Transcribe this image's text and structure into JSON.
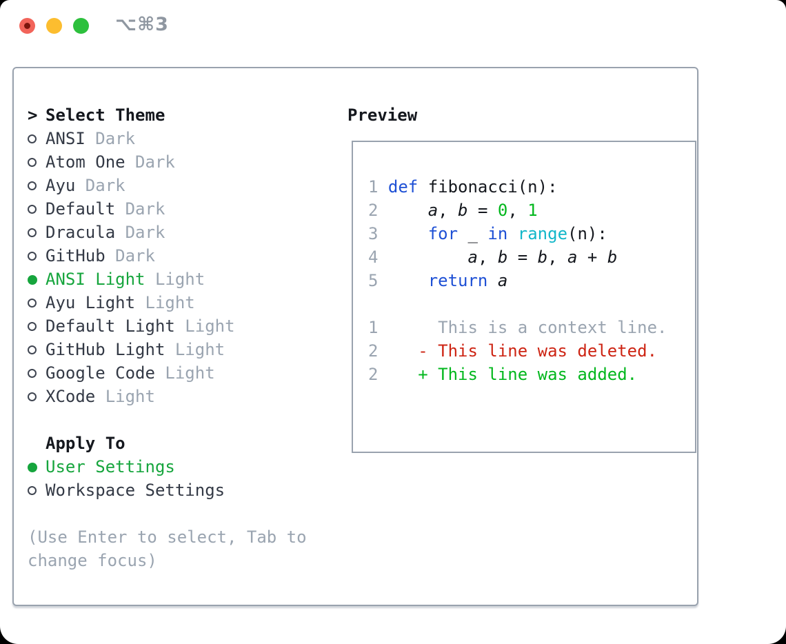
{
  "window": {
    "shortcut": "⌥⌘3",
    "traffic_lights": [
      "close",
      "minimize",
      "zoom"
    ]
  },
  "theme_picker": {
    "prompt": ">",
    "title": "Select Theme",
    "items": [
      {
        "name": "ANSI",
        "variant": "Dark",
        "selected": false
      },
      {
        "name": "Atom One",
        "variant": "Dark",
        "selected": false
      },
      {
        "name": "Ayu",
        "variant": "Dark",
        "selected": false
      },
      {
        "name": "Default",
        "variant": "Dark",
        "selected": false
      },
      {
        "name": "Dracula",
        "variant": "Dark",
        "selected": false
      },
      {
        "name": "GitHub",
        "variant": "Dark",
        "selected": false
      },
      {
        "name": "ANSI Light",
        "variant": "Light",
        "selected": true
      },
      {
        "name": "Ayu Light",
        "variant": "Light",
        "selected": false
      },
      {
        "name": "Default Light",
        "variant": "Light",
        "selected": false
      },
      {
        "name": "GitHub Light",
        "variant": "Light",
        "selected": false
      },
      {
        "name": "Google Code",
        "variant": "Light",
        "selected": false
      },
      {
        "name": "XCode",
        "variant": "Light",
        "selected": false
      }
    ]
  },
  "apply_to": {
    "title": "Apply To",
    "options": [
      {
        "name": "User Settings",
        "selected": true
      },
      {
        "name": "Workspace Settings",
        "selected": false
      }
    ]
  },
  "hint": "(Use Enter to select, Tab to change focus)",
  "preview": {
    "title": "Preview",
    "lines": [
      {
        "no": "1",
        "kind": "code",
        "tokens": [
          {
            "text": "def ",
            "style": "kw"
          },
          {
            "text": "fibonacci(n):",
            "style": "txt"
          }
        ]
      },
      {
        "no": "2",
        "kind": "code",
        "tokens": [
          {
            "text": "    ",
            "style": "txt"
          },
          {
            "text": "a",
            "style": "var"
          },
          {
            "text": ", ",
            "style": "txt"
          },
          {
            "text": "b",
            "style": "var"
          },
          {
            "text": " = ",
            "style": "txt"
          },
          {
            "text": "0",
            "style": "num"
          },
          {
            "text": ", ",
            "style": "txt"
          },
          {
            "text": "1",
            "style": "num"
          }
        ]
      },
      {
        "no": "3",
        "kind": "code",
        "tokens": [
          {
            "text": "    ",
            "style": "txt"
          },
          {
            "text": "for",
            "style": "kw"
          },
          {
            "text": " _ ",
            "style": "txt"
          },
          {
            "text": "in",
            "style": "kw"
          },
          {
            "text": " ",
            "style": "txt"
          },
          {
            "text": "range",
            "style": "fn"
          },
          {
            "text": "(n):",
            "style": "txt"
          }
        ]
      },
      {
        "no": "4",
        "kind": "code",
        "tokens": [
          {
            "text": "        ",
            "style": "txt"
          },
          {
            "text": "a",
            "style": "var"
          },
          {
            "text": ", ",
            "style": "txt"
          },
          {
            "text": "b",
            "style": "var"
          },
          {
            "text": " = ",
            "style": "txt"
          },
          {
            "text": "b",
            "style": "var"
          },
          {
            "text": ", ",
            "style": "txt"
          },
          {
            "text": "a",
            "style": "var"
          },
          {
            "text": " + ",
            "style": "txt"
          },
          {
            "text": "b",
            "style": "var"
          }
        ]
      },
      {
        "no": "5",
        "kind": "code",
        "tokens": [
          {
            "text": "    ",
            "style": "txt"
          },
          {
            "text": "return",
            "style": "kw"
          },
          {
            "text": " ",
            "style": "txt"
          },
          {
            "text": "a",
            "style": "var"
          }
        ]
      },
      {
        "no": "",
        "kind": "blank",
        "tokens": []
      },
      {
        "no": "1",
        "kind": "context",
        "tokens": [
          {
            "text": "     This is a context line.",
            "style": "ctx"
          }
        ]
      },
      {
        "no": "2",
        "kind": "deleted",
        "tokens": [
          {
            "text": "   - This line was deleted.",
            "style": "del"
          }
        ]
      },
      {
        "no": "2",
        "kind": "added",
        "tokens": [
          {
            "text": "   + This line was added.",
            "style": "add"
          }
        ]
      }
    ]
  },
  "colors": {
    "accent_green": "#16a53d",
    "diff_add_green": "#02b71d",
    "diff_del_red": "#cd2413",
    "keyword_blue": "#1e50d5",
    "function_cyan": "#12b7c9",
    "muted_gray": "#9aa4b0",
    "text_dark": "#333945",
    "heading_black": "#15181e",
    "border_gray": "#99a2ae",
    "shortcut_gray": "#8f97a1",
    "traffic_red": "#f2645a",
    "traffic_red_dot": "#7c150c",
    "traffic_yellow": "#fcbd2f",
    "traffic_green": "#2dc03d"
  }
}
